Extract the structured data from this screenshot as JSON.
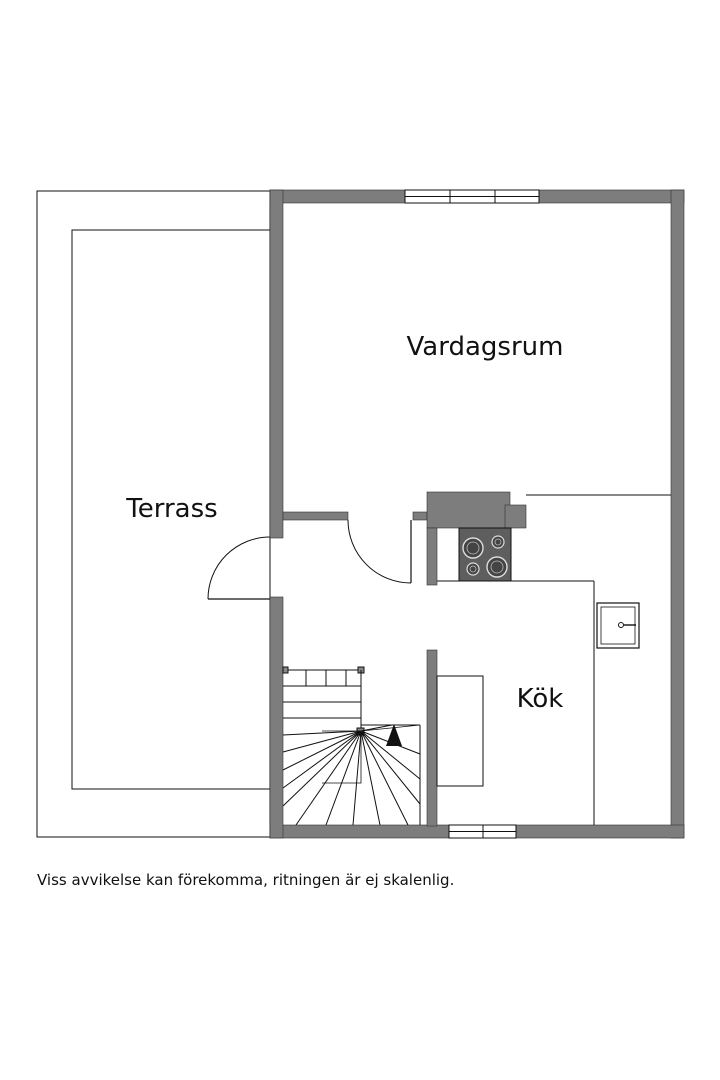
{
  "plan": {
    "rooms": {
      "living": "Vardagsrum",
      "terrace": "Terrass",
      "kitchen": "Kök"
    }
  },
  "footer": {
    "disclaimer": "Viss avvikelse kan förekomma, ritningen är ej skalenlig."
  },
  "colors": {
    "wall": "#7d7d7d",
    "line": "#111111",
    "stove": "#5e5e5e",
    "background": "#ffffff"
  }
}
